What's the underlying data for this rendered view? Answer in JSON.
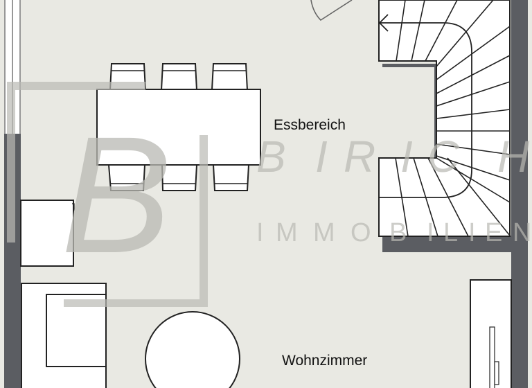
{
  "rooms": {
    "dining": {
      "label": "Essbereich"
    },
    "living": {
      "label": "Wohnzimmer"
    }
  },
  "watermark": {
    "monogram": "B",
    "brand_letters": [
      "B",
      "I",
      "R",
      "I",
      "C",
      "H"
    ],
    "subtitle_letters": [
      "I",
      "M",
      "M",
      "O",
      "B",
      "I",
      "L",
      "I",
      "E",
      "N"
    ]
  },
  "colors": {
    "floor": "#e9e9e3",
    "wall": "#5b5d62",
    "furniture": "#ffffff",
    "line": "#222222",
    "watermark": "#b9b9b3"
  },
  "furniture": {
    "dining_table_chairs": 6,
    "staircase": "quarter-turn stair with landing winders",
    "stair_direction": "arrow-left"
  }
}
